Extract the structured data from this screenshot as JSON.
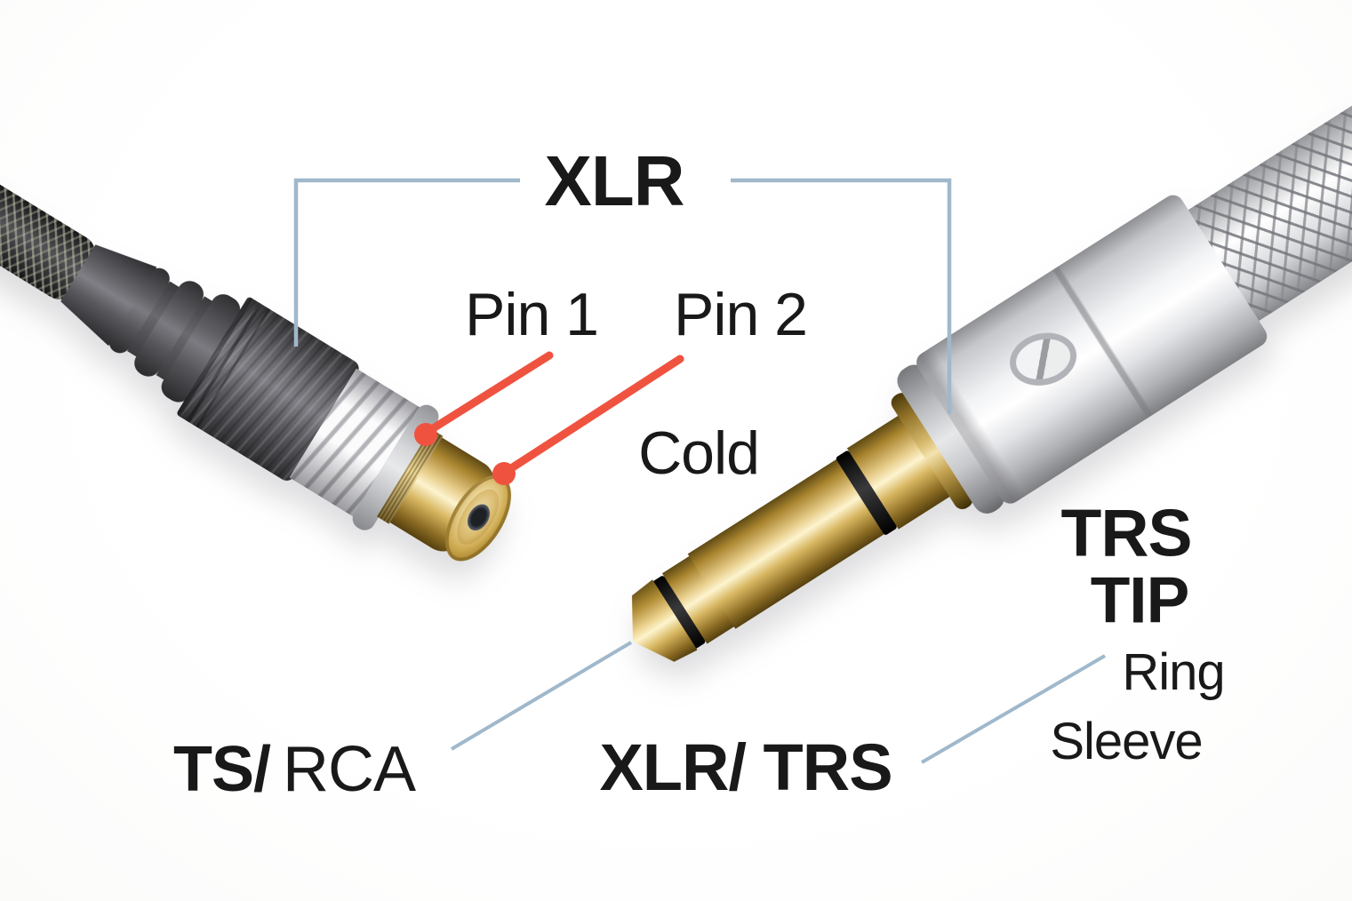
{
  "callouts": {
    "xlr": "XLR",
    "pin1": "Pin 1",
    "pin2": "Pin 2",
    "cold": "Cold",
    "trs": "TRS",
    "tip": "TIP",
    "ring": "Ring",
    "sleeve": "Sleeve",
    "ts_prefix": "TS/",
    "ts_suffix": "RCA",
    "xlr_trs": "XLR/ TRS"
  },
  "colors": {
    "background": "#ffffff",
    "text": "#191919",
    "callout_line_blue": "#a0b8cb",
    "callout_line_red": "#ef5340",
    "connector_gold": "#d9b863",
    "connector_dark_gray": "#5a5a5e",
    "connector_silver": "#e8e9ec"
  }
}
